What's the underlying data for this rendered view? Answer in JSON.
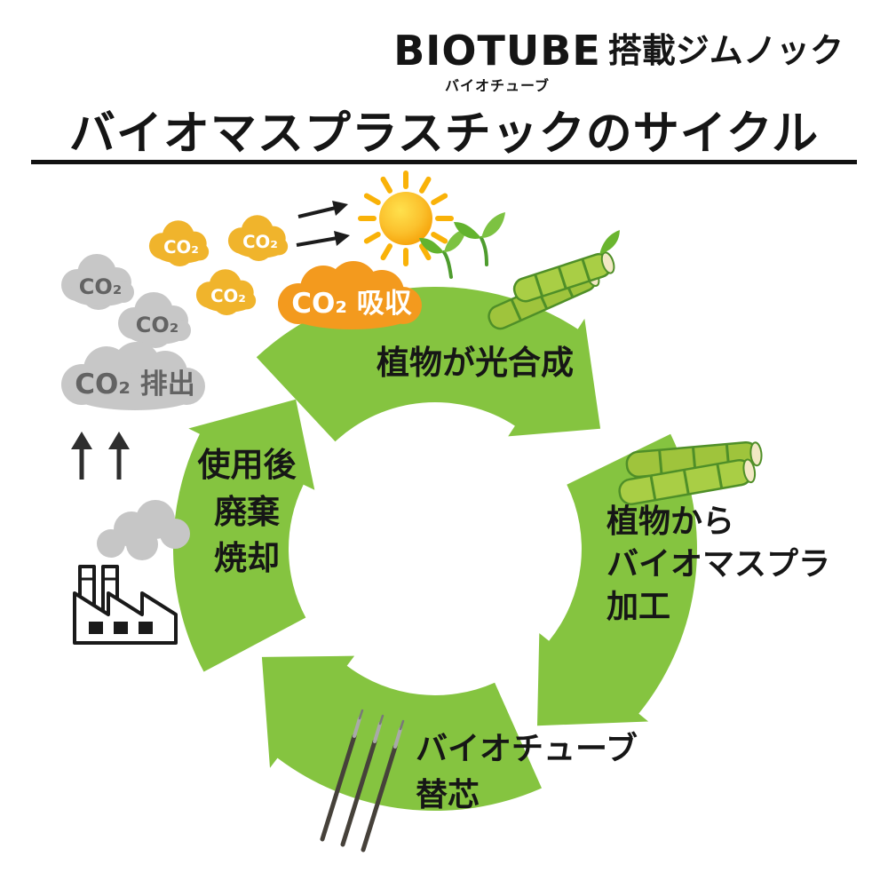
{
  "logo": {
    "brand": "BIOTUBE",
    "brand_furigana": "バイオチューブ",
    "suffix": "搭載ジムノック"
  },
  "title": "バイオマスプラスチックのサイクル",
  "cycle": {
    "arrow_color": "#85c440",
    "steps": [
      {
        "id": "photosynthesis",
        "label": "植物が光合成"
      },
      {
        "id": "processing",
        "line1": "植物から",
        "line2": "バイオマスプラ",
        "line3": "加工"
      },
      {
        "id": "refill",
        "line1": "バイオチューブ",
        "line2": "替芯"
      },
      {
        "id": "disposal",
        "line1": "使用後",
        "line2": "廃棄",
        "line3": "焼却"
      }
    ]
  },
  "emissions": {
    "clouds": [
      {
        "text": "CO₂",
        "style": "gray"
      },
      {
        "text": "CO₂",
        "style": "gray"
      },
      {
        "text": "CO₂ 排出",
        "style": "gray"
      },
      {
        "text": "CO₂",
        "style": "yellow"
      },
      {
        "text": "CO₂",
        "style": "yellow"
      },
      {
        "text": "CO₂",
        "style": "yellow"
      },
      {
        "text": "CO₂ 吸収",
        "style": "orange"
      }
    ],
    "styles": {
      "gray": {
        "fill": "#c7c7c7",
        "text": "#636363"
      },
      "yellow": {
        "fill": "#f0b42c",
        "text": "#ffffff"
      },
      "orange": {
        "fill": "#f39a1e",
        "text": "#ffffff"
      }
    }
  }
}
